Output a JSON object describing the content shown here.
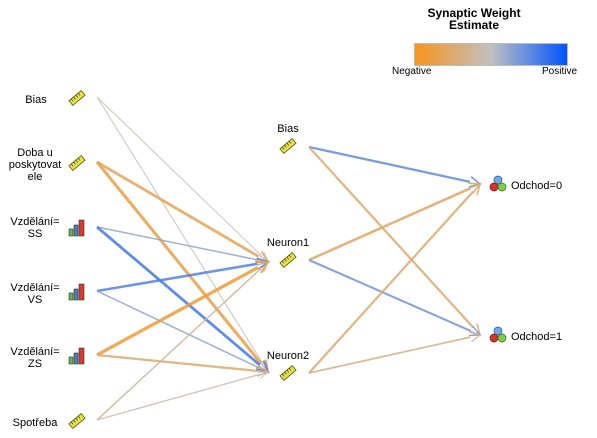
{
  "legend": {
    "title_line1": "Synaptic Weight",
    "title_line2": "Estimate",
    "low_label": "Negative",
    "high_label": "Positive",
    "low_color": "#f7941d",
    "mid_color": "#c0c0c0",
    "high_color": "#0055ff"
  },
  "input_layer": [
    {
      "label": "Bias",
      "icon": "scale-ruler-icon"
    },
    {
      "label": "Doba u poskytovatele",
      "lines": [
        "Doba u",
        "poskytovat",
        "ele"
      ],
      "icon": "scale-ruler-icon"
    },
    {
      "label": "Vzdělání=SS",
      "lines": [
        "Vzdělání=",
        "SS"
      ],
      "icon": "bar-chart-icon"
    },
    {
      "label": "Vzdělání=VS",
      "lines": [
        "Vzdělání=",
        "VS"
      ],
      "icon": "bar-chart-icon"
    },
    {
      "label": "Vzdělání=ZS",
      "lines": [
        "Vzdělání=",
        "ZS"
      ],
      "icon": "bar-chart-icon"
    },
    {
      "label": "Spotřeba",
      "icon": "scale-ruler-icon"
    }
  ],
  "hidden_layer": [
    {
      "label": "Bias",
      "icon": "scale-ruler-icon"
    },
    {
      "label": "Neuron1",
      "icon": "scale-ruler-icon"
    },
    {
      "label": "Neuron2",
      "icon": "scale-ruler-icon"
    }
  ],
  "output_layer": [
    {
      "label": "Odchod=0",
      "icon": "nominal-balls-icon"
    },
    {
      "label": "Odchod=1",
      "icon": "nominal-balls-icon"
    }
  ],
  "connections_input_hidden": [
    {
      "from": 0,
      "to": 0,
      "weight": -0.05
    },
    {
      "from": 0,
      "to": 1,
      "weight": -0.05
    },
    {
      "from": 1,
      "to": 0,
      "weight": -0.4
    },
    {
      "from": 1,
      "to": 1,
      "weight": -0.45
    },
    {
      "from": 2,
      "to": 0,
      "weight": 0.15
    },
    {
      "from": 2,
      "to": 1,
      "weight": 0.4
    },
    {
      "from": 3,
      "to": 0,
      "weight": 0.35
    },
    {
      "from": 3,
      "to": 1,
      "weight": 0.15
    },
    {
      "from": 4,
      "to": 0,
      "weight": -0.5
    },
    {
      "from": 4,
      "to": 1,
      "weight": -0.3
    },
    {
      "from": 5,
      "to": 0,
      "weight": -0.15
    },
    {
      "from": 5,
      "to": 1,
      "weight": -0.1
    }
  ],
  "connections_hidden_output": [
    {
      "from": 0,
      "to": 0,
      "weight": 0.3
    },
    {
      "from": 0,
      "to": 1,
      "weight": -0.3
    },
    {
      "from": 1,
      "to": 0,
      "weight": -0.35
    },
    {
      "from": 1,
      "to": 1,
      "weight": 0.25
    },
    {
      "from": 2,
      "to": 0,
      "weight": -0.3
    },
    {
      "from": 2,
      "to": 1,
      "weight": -0.2
    }
  ]
}
